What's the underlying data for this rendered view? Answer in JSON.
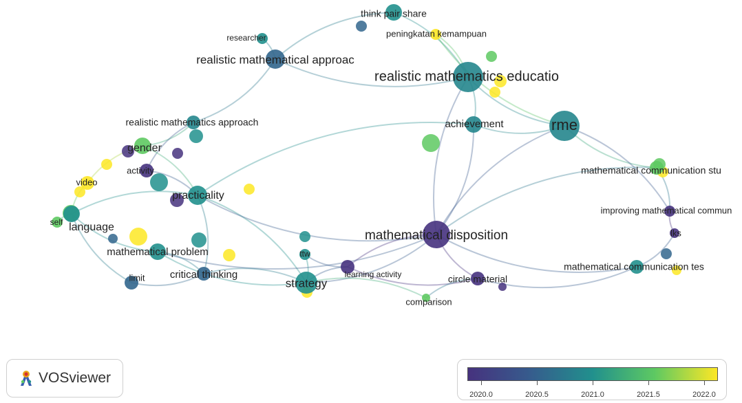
{
  "logo": {
    "text": "VOSviewer",
    "icon": "vosviewer-logo-icon"
  },
  "colors": {
    "2020.0": "#46327e",
    "2020.5": "#365c8d",
    "2021.0": "#21908d",
    "2021.5": "#5ec962",
    "2022.0": "#fde725"
  },
  "legend": {
    "ticks": [
      "2020.0",
      "2020.5",
      "2021.0",
      "2021.5",
      "2022.0"
    ]
  },
  "network": {
    "nodes": [
      {
        "id": "think-pair-share",
        "label": "think pair share",
        "score": 2021.0,
        "weight": 2
      },
      {
        "id": "peningkatan-kemampuan",
        "label": "peningkatan kemampuan",
        "score": 2022.0,
        "weight": 2
      },
      {
        "id": "researcher",
        "label": "researcher",
        "score": 2021.0,
        "weight": 2
      },
      {
        "id": "realistic-mathematical-approac",
        "label": "realistic mathematical approac",
        "score": 2020.6,
        "weight": 3
      },
      {
        "id": "realistic-mathematics-educatio",
        "label": "realistic mathematics educatio",
        "score": 2020.9,
        "weight": 6
      },
      {
        "id": "realistic-mathematics-approach",
        "label": "realistic mathematics approach",
        "score": 2020.9,
        "weight": 2
      },
      {
        "id": "achievement",
        "label": "achievement",
        "score": 2020.9,
        "weight": 3
      },
      {
        "id": "rme",
        "label": "rme",
        "score": 2020.9,
        "weight": 6
      },
      {
        "id": "gender",
        "label": "gender",
        "score": 2021.5,
        "weight": 3
      },
      {
        "id": "activity",
        "label": "activity",
        "score": 2020.0,
        "weight": 2
      },
      {
        "id": "video",
        "label": "video",
        "score": 2022.0,
        "weight": 2
      },
      {
        "id": "practicality",
        "label": "practicality",
        "score": 2021.0,
        "weight": 4
      },
      {
        "id": "mathematical-communication-stu",
        "label": "mathematical communication stu",
        "score": 2021.5,
        "weight": 2
      },
      {
        "id": "improving-mathematical-commun",
        "label": "improving mathematical commun",
        "score": 2020.0,
        "weight": 2
      },
      {
        "id": "self",
        "label": "self",
        "score": 2021.5,
        "weight": 2
      },
      {
        "id": "language",
        "label": "language",
        "score": 2021.0,
        "weight": 3
      },
      {
        "id": "mathematical-disposition",
        "label": "mathematical disposition",
        "score": 2020.0,
        "weight": 6
      },
      {
        "id": "lks",
        "label": "lks",
        "score": 2020.0,
        "weight": 2
      },
      {
        "id": "mathematical-problem",
        "label": "mathematical problem",
        "score": 2021.0,
        "weight": 3
      },
      {
        "id": "ttw",
        "label": "ttw",
        "score": 2021.0,
        "weight": 2
      },
      {
        "id": "critical-thinking",
        "label": "critical thinking",
        "score": 2020.6,
        "weight": 2
      },
      {
        "id": "learning-activity",
        "label": "learning activity",
        "score": 2020.0,
        "weight": 2
      },
      {
        "id": "circle-material",
        "label": "circle material",
        "score": 2020.0,
        "weight": 2
      },
      {
        "id": "mathematical-communication-tes",
        "label": "mathematical communication tes",
        "score": 2021.0,
        "weight": 2
      },
      {
        "id": "limit",
        "label": "limit",
        "score": 2020.6,
        "weight": 2
      },
      {
        "id": "strategy",
        "label": "strategy",
        "score": 2021.0,
        "weight": 4
      },
      {
        "id": "comparison",
        "label": "comparison",
        "score": 2021.5,
        "weight": 1
      }
    ],
    "links": [
      [
        "think-pair-share",
        "realistic-mathematics-educatio"
      ],
      [
        "think-pair-share",
        "realistic-mathematical-approac"
      ],
      [
        "peningkatan-kemampuan",
        "realistic-mathematics-educatio"
      ],
      [
        "peningkatan-kemampuan",
        "rme"
      ],
      [
        "researcher",
        "realistic-mathematical-approac"
      ],
      [
        "realistic-mathematical-approac",
        "realistic-mathematics-educatio"
      ],
      [
        "realistic-mathematical-approac",
        "realistic-mathematics-approach"
      ],
      [
        "realistic-mathematics-educatio",
        "rme"
      ],
      [
        "realistic-mathematics-educatio",
        "achievement"
      ],
      [
        "realistic-mathematics-educatio",
        "mathematical-disposition"
      ],
      [
        "rme",
        "achievement"
      ],
      [
        "rme",
        "mathematical-communication-stu"
      ],
      [
        "rme",
        "improving-mathematical-commun"
      ],
      [
        "rme",
        "mathematical-disposition"
      ],
      [
        "achievement",
        "mathematical-disposition"
      ],
      [
        "achievement",
        "practicality"
      ],
      [
        "realistic-mathematics-approach",
        "gender"
      ],
      [
        "realistic-mathematics-approach",
        "activity"
      ],
      [
        "gender",
        "practicality"
      ],
      [
        "gender",
        "video"
      ],
      [
        "activity",
        "practicality"
      ],
      [
        "video",
        "language"
      ],
      [
        "self",
        "language"
      ],
      [
        "language",
        "mathematical-problem"
      ],
      [
        "language",
        "practicality"
      ],
      [
        "language",
        "limit"
      ],
      [
        "practicality",
        "strategy"
      ],
      [
        "practicality",
        "mathematical-disposition"
      ],
      [
        "practicality",
        "critical-thinking"
      ],
      [
        "mathematical-problem",
        "strategy"
      ],
      [
        "mathematical-problem",
        "critical-thinking"
      ],
      [
        "mathematical-problem",
        "mathematical-disposition"
      ],
      [
        "critical-thinking",
        "strategy"
      ],
      [
        "limit",
        "critical-thinking"
      ],
      [
        "ttw",
        "strategy"
      ],
      [
        "ttw",
        "learning-activity"
      ],
      [
        "strategy",
        "learning-activity"
      ],
      [
        "strategy",
        "mathematical-disposition"
      ],
      [
        "learning-activity",
        "mathematical-disposition"
      ],
      [
        "learning-activity",
        "circle-material"
      ],
      [
        "circle-material",
        "mathematical-disposition"
      ],
      [
        "comparison",
        "strategy"
      ],
      [
        "comparison",
        "circle-material"
      ],
      [
        "mathematical-disposition",
        "mathematical-communication-tes"
      ],
      [
        "mathematical-disposition",
        "mathematical-communication-stu"
      ],
      [
        "mathematical-communication-tes",
        "lks"
      ],
      [
        "lks",
        "improving-mathematical-commun"
      ],
      [
        "improving-mathematical-commun",
        "mathematical-communication-stu"
      ],
      [
        "mathematical-communication-tes",
        "circle-material"
      ]
    ]
  }
}
